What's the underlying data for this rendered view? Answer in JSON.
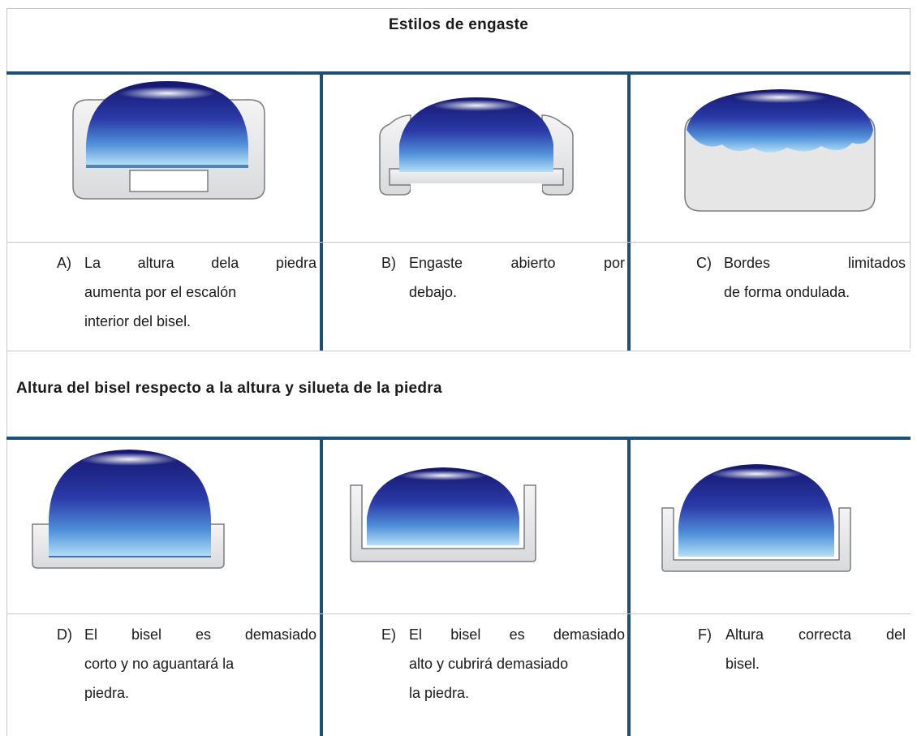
{
  "section1": {
    "title": "Estilos de engaste",
    "items": [
      {
        "letter": "A)",
        "line1": [
          "La",
          "altura",
          "dela",
          "piedra"
        ],
        "line2": "aumenta por el escalón",
        "line3": "interior del bisel.",
        "image": "bezel-stepped-icon"
      },
      {
        "letter": "B)",
        "line1": [
          "Engaste",
          "abierto",
          "por"
        ],
        "line2": "debajo.",
        "line3": "",
        "image": "bezel-open-bottom-icon"
      },
      {
        "letter": "C)",
        "line1": [
          "Bordes",
          "limitados"
        ],
        "line2": "de forma ondulada.",
        "line3": "",
        "image": "bezel-wavy-edge-icon"
      }
    ]
  },
  "section2": {
    "title": "Altura del bisel respecto a la altura y silueta de la piedra",
    "items": [
      {
        "letter": "D)",
        "line1": [
          "El",
          "bisel",
          "es",
          "demasiado"
        ],
        "line2": "corto y no aguantará la",
        "line3": "piedra.",
        "image": "bezel-too-short-icon"
      },
      {
        "letter": "E)",
        "line1": [
          "El",
          "bisel",
          "es",
          "demasiado"
        ],
        "line2": "alto y cubrirá demasiado",
        "line3": "la piedra.",
        "image": "bezel-too-tall-icon"
      },
      {
        "letter": "F)",
        "line1": [
          "Altura",
          "correcta",
          "del"
        ],
        "line2": "bisel.",
        "line3": "",
        "image": "bezel-correct-icon"
      }
    ]
  },
  "colors": {
    "rule": "#1f4e79",
    "stone_top": "#1c1e86",
    "stone_bottom": "#9fd2f0",
    "metal": "#e9eaec",
    "metal_stroke": "#7b7d80"
  }
}
